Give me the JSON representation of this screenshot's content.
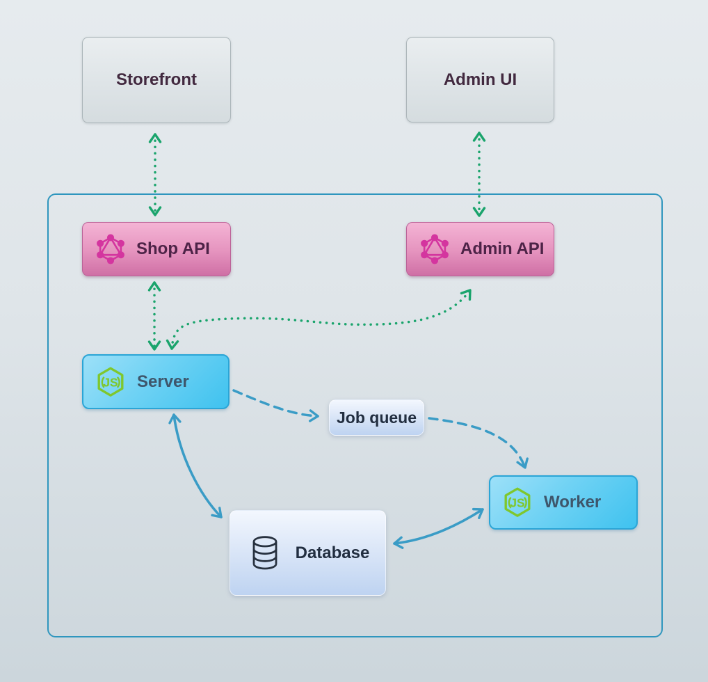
{
  "diagram": {
    "nodes": {
      "storefront": {
        "label": "Storefront",
        "type": "client"
      },
      "admin_ui": {
        "label": "Admin UI",
        "type": "client"
      },
      "shop_api": {
        "label": "Shop API",
        "type": "graphql-api",
        "icon": "graphql-icon"
      },
      "admin_api": {
        "label": "Admin API",
        "type": "graphql-api",
        "icon": "graphql-icon"
      },
      "server": {
        "label": "Server",
        "type": "nodejs",
        "icon": "nodejs-icon"
      },
      "job_queue": {
        "label": "Job queue",
        "type": "light"
      },
      "worker": {
        "label": "Worker",
        "type": "nodejs",
        "icon": "nodejs-icon"
      },
      "database": {
        "label": "Database",
        "type": "light",
        "icon": "database-icon"
      }
    },
    "edges": [
      {
        "from": "Storefront",
        "to": "Shop API",
        "style": "dotted",
        "direction": "both",
        "color": "green"
      },
      {
        "from": "Admin UI",
        "to": "Admin API",
        "style": "dotted",
        "direction": "both",
        "color": "green"
      },
      {
        "from": "Shop API",
        "to": "Server",
        "style": "dotted",
        "direction": "both",
        "color": "green"
      },
      {
        "from": "Server",
        "to": "Admin API",
        "style": "dotted",
        "direction": "both",
        "color": "green"
      },
      {
        "from": "Server",
        "to": "Job queue",
        "style": "dashed",
        "direction": "forward",
        "color": "blue"
      },
      {
        "from": "Job queue",
        "to": "Worker",
        "style": "dashed",
        "direction": "forward",
        "color": "blue"
      },
      {
        "from": "Server",
        "to": "Database",
        "style": "solid",
        "direction": "both",
        "color": "blue"
      },
      {
        "from": "Database",
        "to": "Worker",
        "style": "solid",
        "direction": "both",
        "color": "blue"
      }
    ],
    "colors": {
      "arrow_green": "#1aa46c",
      "arrow_blue": "#3a9cc6",
      "container_border": "#2f96be",
      "graphql_pink": "#d4359f",
      "nodejs_green": "#7fc72d"
    }
  }
}
